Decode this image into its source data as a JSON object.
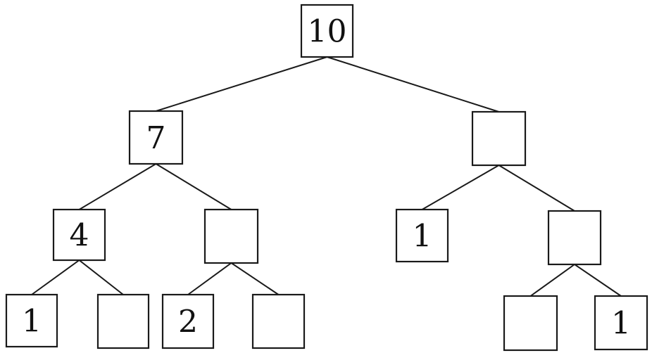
{
  "tree": {
    "nodes": [
      {
        "id": "root",
        "label": "10"
      },
      {
        "id": "l",
        "label": "7"
      },
      {
        "id": "r",
        "label": ""
      },
      {
        "id": "ll",
        "label": "4"
      },
      {
        "id": "lr",
        "label": ""
      },
      {
        "id": "rl",
        "label": "1"
      },
      {
        "id": "rr",
        "label": ""
      },
      {
        "id": "lll",
        "label": "1"
      },
      {
        "id": "llr",
        "label": ""
      },
      {
        "id": "lrl",
        "label": "2"
      },
      {
        "id": "lrr",
        "label": ""
      },
      {
        "id": "rrl",
        "label": ""
      },
      {
        "id": "rrr",
        "label": "1"
      }
    ],
    "edges": [
      [
        "root",
        "l"
      ],
      [
        "root",
        "r"
      ],
      [
        "l",
        "ll"
      ],
      [
        "l",
        "lr"
      ],
      [
        "r",
        "rl"
      ],
      [
        "r",
        "rr"
      ],
      [
        "ll",
        "lll"
      ],
      [
        "ll",
        "llr"
      ],
      [
        "lr",
        "lrl"
      ],
      [
        "lr",
        "lrr"
      ],
      [
        "rr",
        "rrl"
      ],
      [
        "rr",
        "rrr"
      ]
    ]
  }
}
